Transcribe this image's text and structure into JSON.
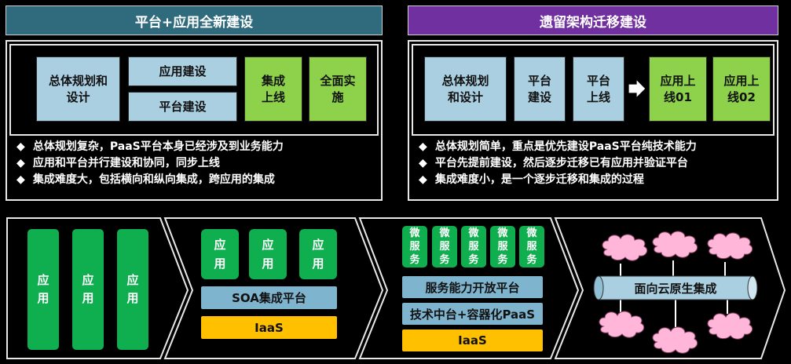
{
  "top_left": {
    "header": "平台+应用全新建设",
    "header_color": "#2f6b7c",
    "boxes": {
      "plan": "总体规划和\n设计",
      "app_build": "应用建设",
      "platform_build": "平台建设",
      "integrate": "集成\n上线",
      "rollout": "全面实\n施"
    },
    "bullets": [
      "总体规划复杂，PaaS平台本身已经涉及到业务能力",
      "应用和平台并行建设和协同，同步上线",
      "集成难度大，包括横向和纵向集成，跨应用的集成"
    ]
  },
  "top_right": {
    "header": "遗留架构迁移建设",
    "header_color": "#7030a0",
    "boxes": {
      "plan": "总体规划\n和设计",
      "platform_build": "平台\n建设",
      "platform_launch": "平台\n上线",
      "app1": "应用上\n线01",
      "app2": "应用上\n线02"
    },
    "bullets": [
      "总体规划简单，重点是优先建设PaaS平台纯技术能力",
      "平台先提前建设，然后逐步迁移已有应用并验证平台",
      "集成难度小，是一个逐步迁移和集成的过程"
    ]
  },
  "bullet_marker": "◆",
  "bottom": {
    "stage1": {
      "apps": [
        "应\n用",
        "应\n用",
        "应\n用"
      ]
    },
    "stage2": {
      "apps": [
        "应\n用",
        "应\n用",
        "应\n用"
      ],
      "soa": "SOA集成平台",
      "iaas": "IaaS"
    },
    "stage3": {
      "micro": [
        "微\n服\n务",
        "微\n服\n务",
        "微\n服\n务",
        "微\n服\n务",
        "微\n服\n务"
      ],
      "service_platform": "服务能力开放平台",
      "tech_platform": "技术中台+容器化PaaS",
      "iaas": "IaaS"
    },
    "stage4": {
      "pipe": "面向云原生集成"
    }
  },
  "colors": {
    "green": "#0fae4f",
    "light_blue": "#a9cfe0",
    "lime": "#8dd24a",
    "gold": "#ffc000",
    "cloud": "#ffb6d9"
  }
}
